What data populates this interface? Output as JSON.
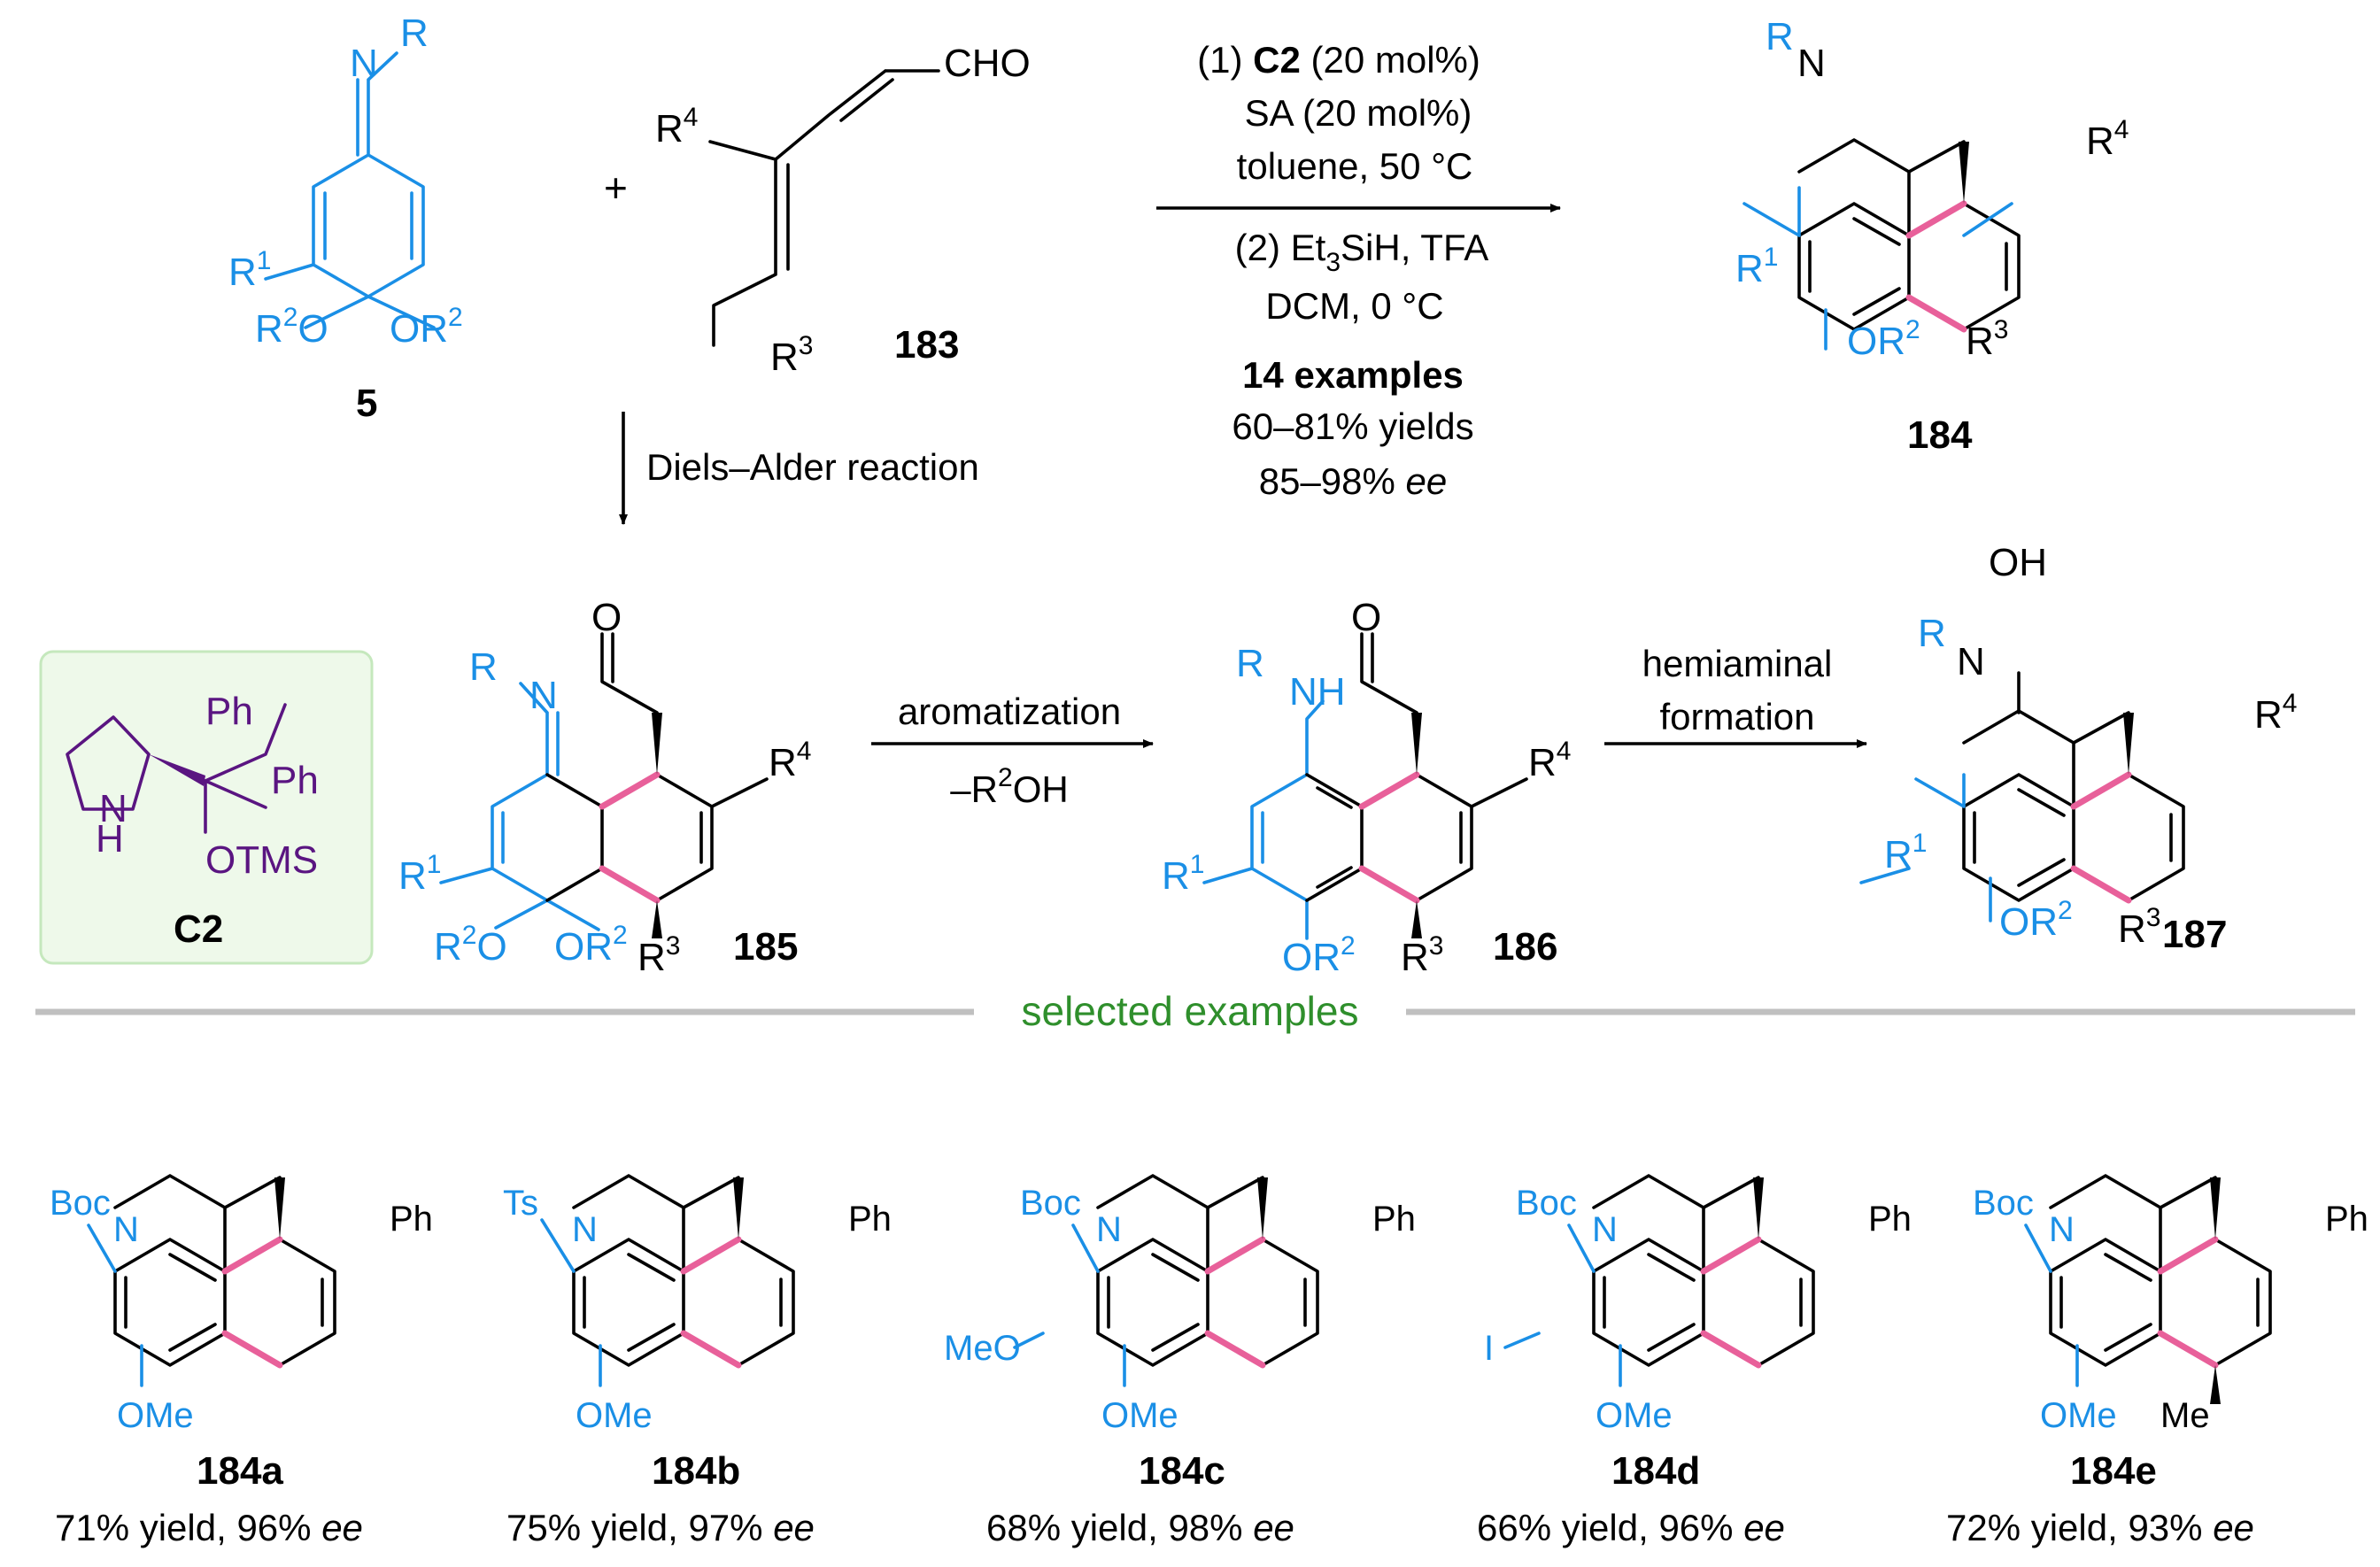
{
  "colors": {
    "blue": "#1a8fe6",
    "pink": "#e8609a",
    "purple": "#5a1581",
    "green": "#2f8f2c",
    "catalyst_box_fill": "#eef9ea",
    "catalyst_box_border": "#c5e8bd",
    "divider": "#c0c0c0"
  },
  "symbols": {
    "R": "R",
    "R1": "R",
    "R2": "R",
    "R3": "R",
    "R4": "R",
    "sup1": "1",
    "sup2": "2",
    "sup3": "3",
    "sup4": "4",
    "N": "N",
    "O": "O",
    "NH": "NH",
    "H": "H",
    "OH": "OH",
    "CHO": "CHO",
    "OMe": "OMe",
    "MeO": "MeO",
    "Me": "Me",
    "Ph": "Ph",
    "Boc": "Boc",
    "Ts": "Ts",
    "I": "I",
    "OTMS": "OTMS",
    "plus": "+"
  },
  "compounds": {
    "c5": "5",
    "c183": "183",
    "c184": "184",
    "c185": "185",
    "c186": "186",
    "c187": "187",
    "catalyst": "C2"
  },
  "conditions": {
    "line1_prefix": "(1) ",
    "line1_catalyst": "C2",
    "line1_suffix": " (20 mol%)",
    "line2": "SA (20 mol%)",
    "line3": "toluene, 50 °C",
    "line4_prefix": "(2) Et",
    "line4_sub": "3",
    "line4_suffix": "SiH, TFA",
    "line5": "DCM, 0 °C",
    "scope": "14 examples",
    "yields": "60–81% yields",
    "ee_range": "85–98% ",
    "ee_word": "ee"
  },
  "steps": {
    "diels_alder": "Diels–Alder reaction",
    "aromatization": "aromatization",
    "elimination_prefix": "–R",
    "elimination_sup": "2",
    "elimination_suffix": "OH",
    "hemiaminal_1": "hemiaminal",
    "hemiaminal_2": "formation"
  },
  "divider_label": "selected examples",
  "examples": [
    {
      "label": "184a",
      "yield_text": "71% yield, 96% ",
      "ee_word": "ee"
    },
    {
      "label": "184b",
      "yield_text": "75% yield, 97% ",
      "ee_word": "ee"
    },
    {
      "label": "184c",
      "yield_text": "68% yield, 98% ",
      "ee_word": "ee"
    },
    {
      "label": "184d",
      "yield_text": "66% yield, 96% ",
      "ee_word": "ee"
    },
    {
      "label": "184e",
      "yield_text": "72% yield, 93% ",
      "ee_word": "ee"
    }
  ]
}
